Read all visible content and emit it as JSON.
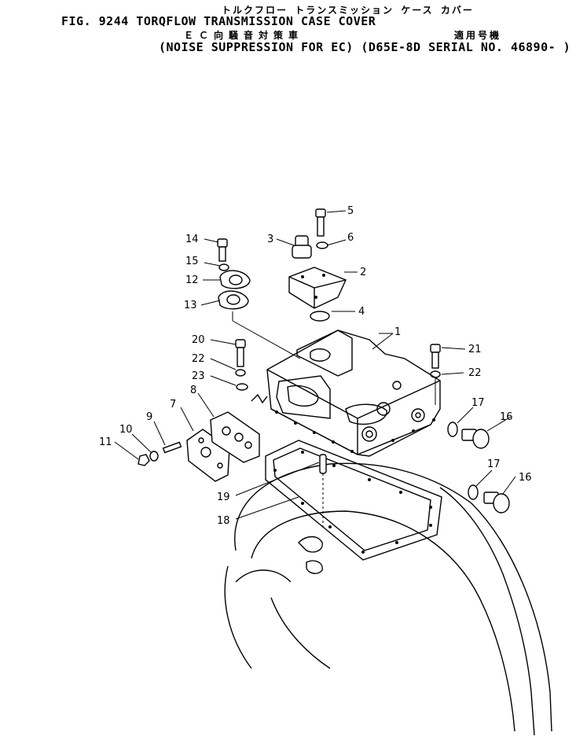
{
  "header": {
    "katakana_title": "トルクフロー トランスミッション ケース カバー",
    "title": "FIG. 9244  TORQFLOW TRANSMISSION CASE COVER",
    "jp_subtitle": "ＥＣ向騒音対策車",
    "jp_serial_label": "適用号機",
    "subtitle": "(NOISE SUPPRESSION FOR EC) (D65E-8D SERIAL NO. 46890- )"
  },
  "callouts": [
    {
      "id": "c1",
      "text": "1"
    },
    {
      "id": "c2",
      "text": "2"
    },
    {
      "id": "c3",
      "text": "3"
    },
    {
      "id": "c4",
      "text": "4"
    },
    {
      "id": "c5",
      "text": "5"
    },
    {
      "id": "c6",
      "text": "6"
    },
    {
      "id": "c7",
      "text": "7"
    },
    {
      "id": "c8",
      "text": "8"
    },
    {
      "id": "c9",
      "text": "9"
    },
    {
      "id": "c10",
      "text": "10"
    },
    {
      "id": "c11",
      "text": "11"
    },
    {
      "id": "c12",
      "text": "12"
    },
    {
      "id": "c13",
      "text": "13"
    },
    {
      "id": "c14",
      "text": "14"
    },
    {
      "id": "c15",
      "text": "15"
    },
    {
      "id": "c16a",
      "text": "16"
    },
    {
      "id": "c16b",
      "text": "16"
    },
    {
      "id": "c17a",
      "text": "17"
    },
    {
      "id": "c17b",
      "text": "17"
    },
    {
      "id": "c18",
      "text": "18"
    },
    {
      "id": "c19",
      "text": "19"
    },
    {
      "id": "c20",
      "text": "20"
    },
    {
      "id": "c21",
      "text": "21"
    },
    {
      "id": "c22a",
      "text": "22"
    },
    {
      "id": "c22b",
      "text": "22"
    },
    {
      "id": "c23",
      "text": "23"
    }
  ]
}
